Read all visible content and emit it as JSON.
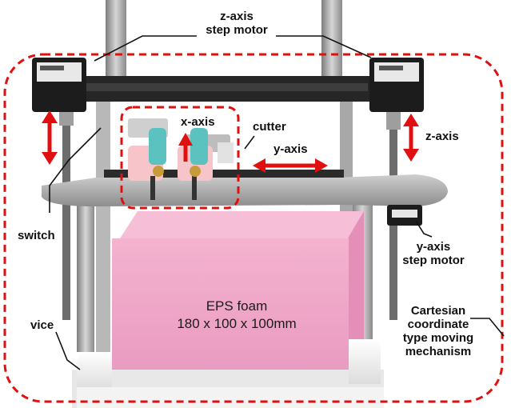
{
  "figure": {
    "labels": {
      "z_axis_motor": [
        "z-axis",
        "step motor"
      ],
      "x_axis": "x-axis",
      "cutter": "cutter",
      "y_axis": "y-axis",
      "z_axis": "z-axis",
      "switch": "switch",
      "y_axis_motor": [
        "y-axis",
        "step motor"
      ],
      "foam": [
        "EPS foam",
        "180 x 100 x 100mm"
      ],
      "vice": "vice",
      "mechanism": [
        "Cartesian",
        "coordinate",
        "type moving",
        "mechanism"
      ]
    },
    "colors": {
      "highlight": "#e01010",
      "foam": "#f2a9c8",
      "frame": "#9a9a9a",
      "motor": "#1c1c1c",
      "nozzle_body": "#5cc2bf"
    }
  }
}
